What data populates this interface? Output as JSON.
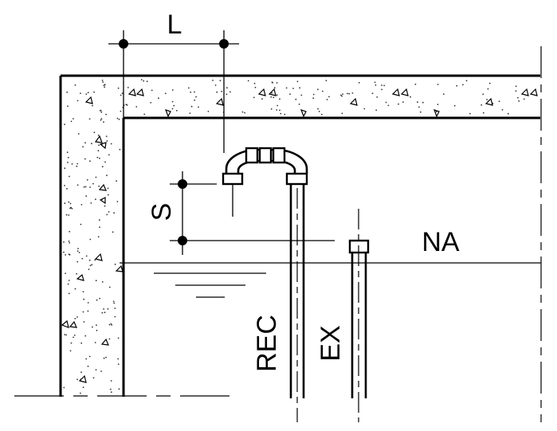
{
  "labels": {
    "dim_length": "L",
    "dim_spacing": "S",
    "water_level": "NA",
    "recirculation_pipe": "REC",
    "exhaust_pipe": "EX"
  },
  "colors": {
    "line": "#000000",
    "background": "#ffffff"
  }
}
